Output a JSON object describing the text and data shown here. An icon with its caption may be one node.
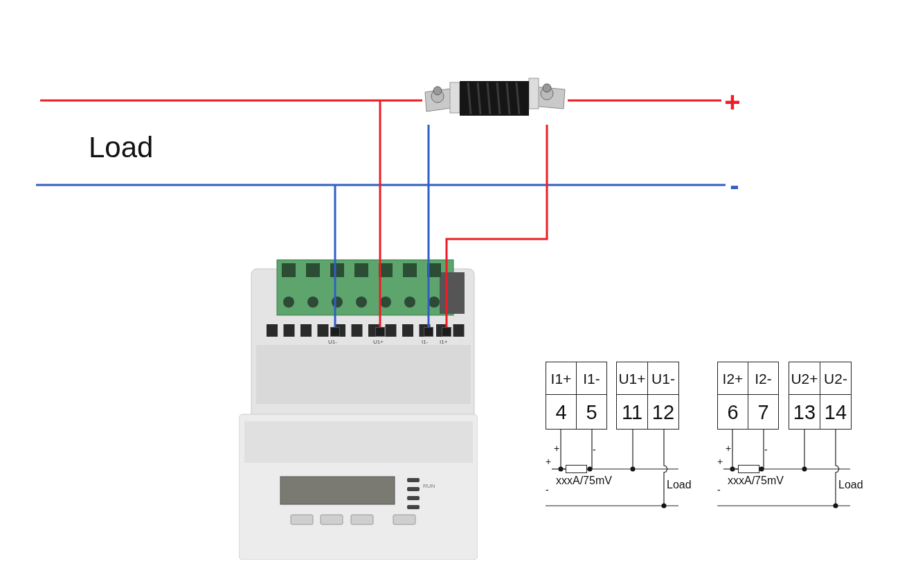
{
  "diagram": {
    "nodes": [
      {
        "text": [],
        "shape": "picture"
      },
      {
        "text": [
          "+"
        ]
      },
      {
        "text": [
          "-"
        ]
      },
      {
        "text": [],
        "shape": "picture"
      },
      {
        "text": [],
        "shape": "box",
        "in": 3,
        "beside": [
          "U1-"
        ]
      },
      {
        "text": [],
        "shape": "box",
        "in": 3,
        "beside": [
          "U1+"
        ]
      },
      {
        "text": [],
        "shape": "box",
        "in": 3,
        "beside": [
          "I1-"
        ]
      },
      {
        "text": [],
        "shape": "box",
        "in": 3,
        "beside": [
          "I1+"
        ]
      },
      {
        "text": [
          "I1+",
          "4"
        ]
      },
      {
        "text": [
          "I1-",
          "5"
        ]
      },
      {
        "text": [
          "U1+",
          "11"
        ]
      },
      {
        "text": [
          "U1-",
          "12"
        ]
      },
      {
        "text": [],
        "shape": "box"
      },
      {
        "text": [
          "I2+",
          "6"
        ]
      },
      {
        "text": [
          "I2-",
          "7"
        ]
      },
      {
        "text": [
          "U2+",
          "13"
        ]
      },
      {
        "text": [
          "U2-",
          "14"
        ]
      },
      {
        "text": [],
        "shape": "box"
      },
      {
        "text": [
          "+"
        ]
      },
      {
        "text": [
          "+"
        ]
      }
    ],
    "edges": [
      {
        "from": null,
        "to": 0,
        "arrow": "none",
        "color": "#ee1c25"
      },
      {
        "from": 0,
        "to": 1,
        "arrow": "none",
        "color": "#ee1c25"
      },
      {
        "from": null,
        "to": 2,
        "arrow": "none",
        "color": "#2f5fc4"
      },
      {
        "from": null,
        "to": 4,
        "arrow": "none",
        "color": "#2f5fc4"
      },
      {
        "from": null,
        "to": 5,
        "arrow": "none",
        "color": "#ee1c25"
      },
      {
        "from": 0,
        "to": 6,
        "arrow": "none",
        "color": "#2f5fc4"
      },
      {
        "from": 0,
        "to": 7,
        "arrow": "none",
        "color": "#ee1c25"
      },
      {
        "from": 8,
        "to": 12,
        "arrow": "none"
      },
      {
        "from": 9,
        "to": 12,
        "arrow": "none"
      },
      {
        "from": 10,
        "to": null,
        "arrow": "none"
      },
      {
        "from": 11,
        "to": null,
        "arrow": "none"
      },
      {
        "from": 18,
        "to": 12,
        "arrow": "none"
      },
      {
        "from": 12,
        "to": null,
        "arrow": "none"
      },
      {
        "from": 13,
        "to": 17,
        "arrow": "none"
      },
      {
        "from": 14,
        "to": 17,
        "arrow": "none"
      },
      {
        "from": 15,
        "to": null,
        "arrow": "none"
      },
      {
        "from": 16,
        "to": null,
        "arrow": "none"
      },
      {
        "from": 19,
        "to": 17,
        "arrow": "none"
      },
      {
        "from": 17,
        "to": null,
        "arrow": "none"
      }
    ],
    "labels": [
      "Load",
      "RUN",
      "+",
      "-",
      "xxxA/75mV",
      "-",
      "Load",
      "+",
      "-",
      "xxxA/75mV",
      "-",
      "Load"
    ]
  }
}
